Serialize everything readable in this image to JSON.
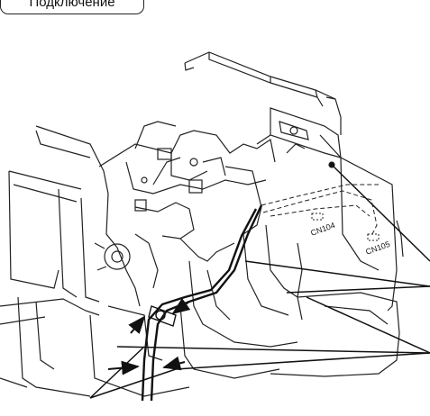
{
  "header": {
    "title": "Подключение"
  },
  "diagram": {
    "connectors": [
      {
        "label": "CN104"
      },
      {
        "label": "CN105"
      }
    ]
  }
}
